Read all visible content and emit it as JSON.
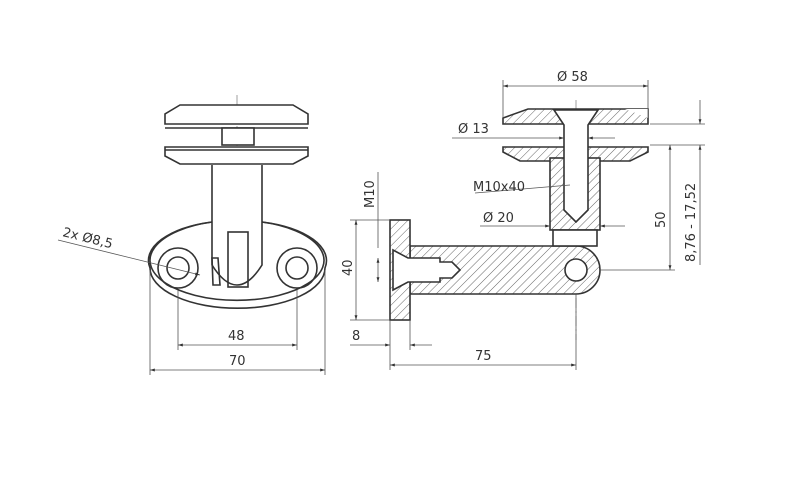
{
  "title": "Handrail bracket with glass clamp – technical drawing",
  "front_view": {
    "holes_label": "2x Ø8,5",
    "hole_spacing": "48",
    "base_width": "70"
  },
  "side_view": {
    "disc_diameter": "Ø 58",
    "pin_diameter": "Ø 13",
    "screw_label": "M10x40",
    "sleeve_diameter": "Ø 20",
    "wall_screw": "M10",
    "plate_height": "40",
    "plate_thickness": "8",
    "projection": "75",
    "height": "50",
    "glass_range": "8,76 - 17,52"
  }
}
